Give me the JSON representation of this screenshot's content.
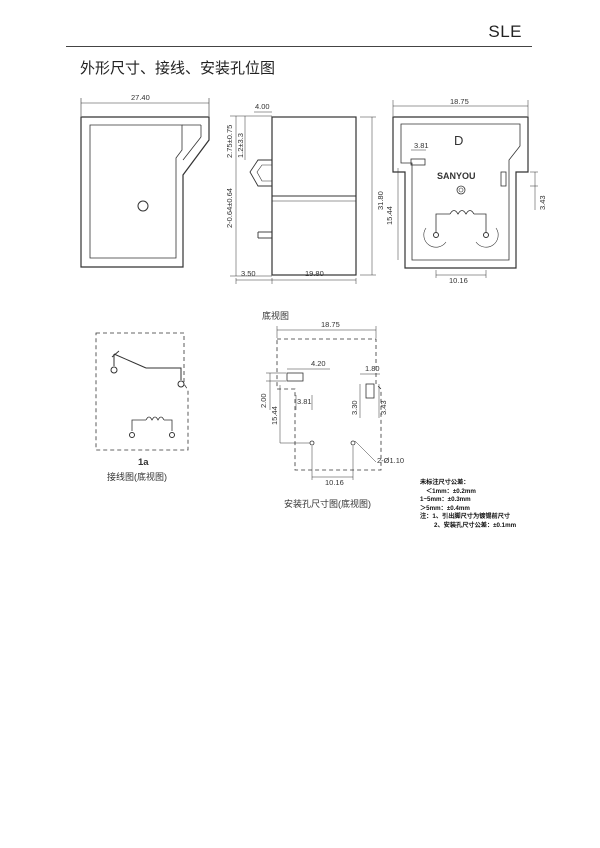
{
  "header": {
    "title": "SLE"
  },
  "section_title": "外形尺寸、接线、安装孔位图",
  "outline_view": {
    "width_dim": "27.40",
    "top_dims": [
      "4.00",
      "2.75±0.75",
      "1.2±3.3"
    ],
    "side_dim": "2-0.64±0.64",
    "height_dim": "31.80",
    "bottom_dims": [
      "3.50",
      "19.80"
    ]
  },
  "top_view": {
    "width_dim": "18.75",
    "hole_dim": "3.81",
    "brand_letter": "D",
    "brand": "SANYOU",
    "pin_dim": "15.44",
    "right_dim": "3.43",
    "bottom_dim": "10.16"
  },
  "wiring": {
    "label": "1a",
    "caption": "接线图(底视图)"
  },
  "mount": {
    "view_label": "底视图",
    "width_dim": "18.75",
    "dims": [
      "4.20",
      "1.80",
      "2.00",
      "3.81",
      "15.44",
      "3.30",
      "3.43",
      "10.16"
    ],
    "hole_label": "2-Ø1.10",
    "caption": "安装孔尺寸图(底视图)"
  },
  "notes": {
    "title": "未标注尺寸公差：",
    "lines": [
      "＜1mm：±0.2mm",
      "1~5mm：±0.3mm",
      "＞5mm：±0.4mm"
    ],
    "note1": "注：1、引出脚尺寸为镀锡前尺寸",
    "note2": "2、安装孔尺寸公差：±0.1mm"
  }
}
